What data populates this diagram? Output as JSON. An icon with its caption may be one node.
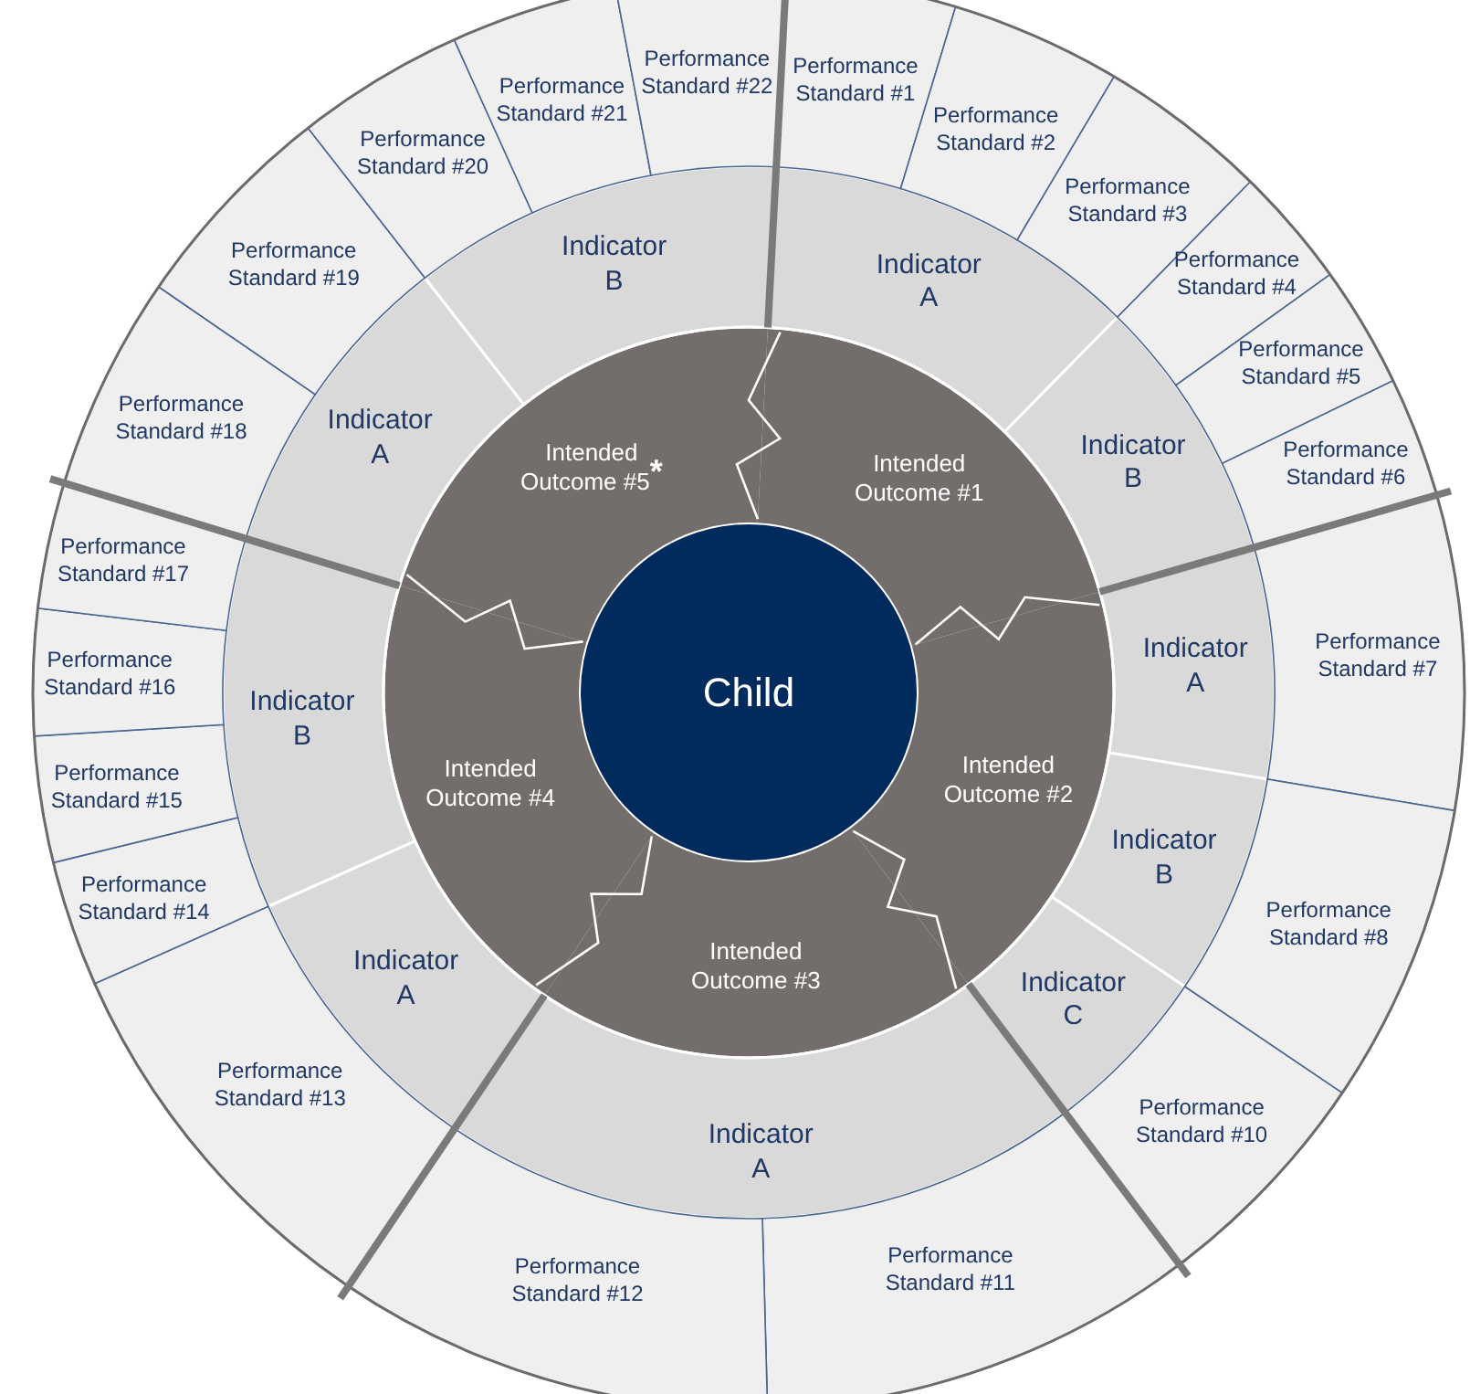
{
  "diagram": {
    "nodes": [
      {
        "text": [
          "Child"
        ]
      },
      {
        "text": [
          "Intended Outcome #1"
        ]
      },
      {
        "text": [
          "Intended Outcome #2"
        ]
      },
      {
        "text": [
          "Intended Outcome #3"
        ]
      },
      {
        "text": [
          "Intended Outcome #4"
        ]
      },
      {
        "text": [
          "Intended Outcome #5$^{*}$"
        ]
      },
      {
        "text": [
          "Indicator A"
        ]
      },
      {
        "text": [
          "Indicator B"
        ]
      },
      {
        "text": [
          "Indicator A"
        ]
      },
      {
        "text": [
          "Indicator B"
        ]
      },
      {
        "text": [
          "Indicator C"
        ]
      },
      {
        "text": [
          "Indicator A"
        ]
      },
      {
        "text": [
          "Indicator A"
        ]
      },
      {
        "text": [
          "Indicator B"
        ]
      },
      {
        "text": [
          "Indicator A"
        ]
      },
      {
        "text": [
          "Indicator B"
        ]
      },
      {
        "text": [
          "Performance Standard #1"
        ]
      },
      {
        "text": [
          "Performance Standard #2"
        ]
      },
      {
        "text": [
          "Performance Standard #3"
        ]
      },
      {
        "text": [
          "Performance Standard #4"
        ]
      },
      {
        "text": [
          "Performance Standard #5"
        ]
      },
      {
        "text": [
          "Performance Standard #6"
        ]
      },
      {
        "text": [
          "Performance Standard #7"
        ]
      },
      {
        "text": [
          "Performance Standard #8"
        ]
      },
      {
        "text": [
          "Performance Standard #10"
        ]
      },
      {
        "text": [
          "Performance Standard #11"
        ]
      },
      {
        "text": [
          "Performance Standard #12"
        ]
      },
      {
        "text": [
          "Performance Standard #13"
        ]
      },
      {
        "text": [
          "Performance Standard #14"
        ]
      },
      {
        "text": [
          "Performance Standard #15"
        ]
      },
      {
        "text": [
          "Performance Standard #16"
        ]
      },
      {
        "text": [
          "Performance Standard #17"
        ]
      },
      {
        "text": [
          "Performance Standard #18"
        ]
      },
      {
        "text": [
          "Performance Standard #19"
        ]
      },
      {
        "text": [
          "Performance Standard #20"
        ]
      },
      {
        "text": [
          "Performance Standard #21"
        ]
      },
      {
        "text": [
          "Performance Standard #22"
        ]
      }
    ]
  }
}
